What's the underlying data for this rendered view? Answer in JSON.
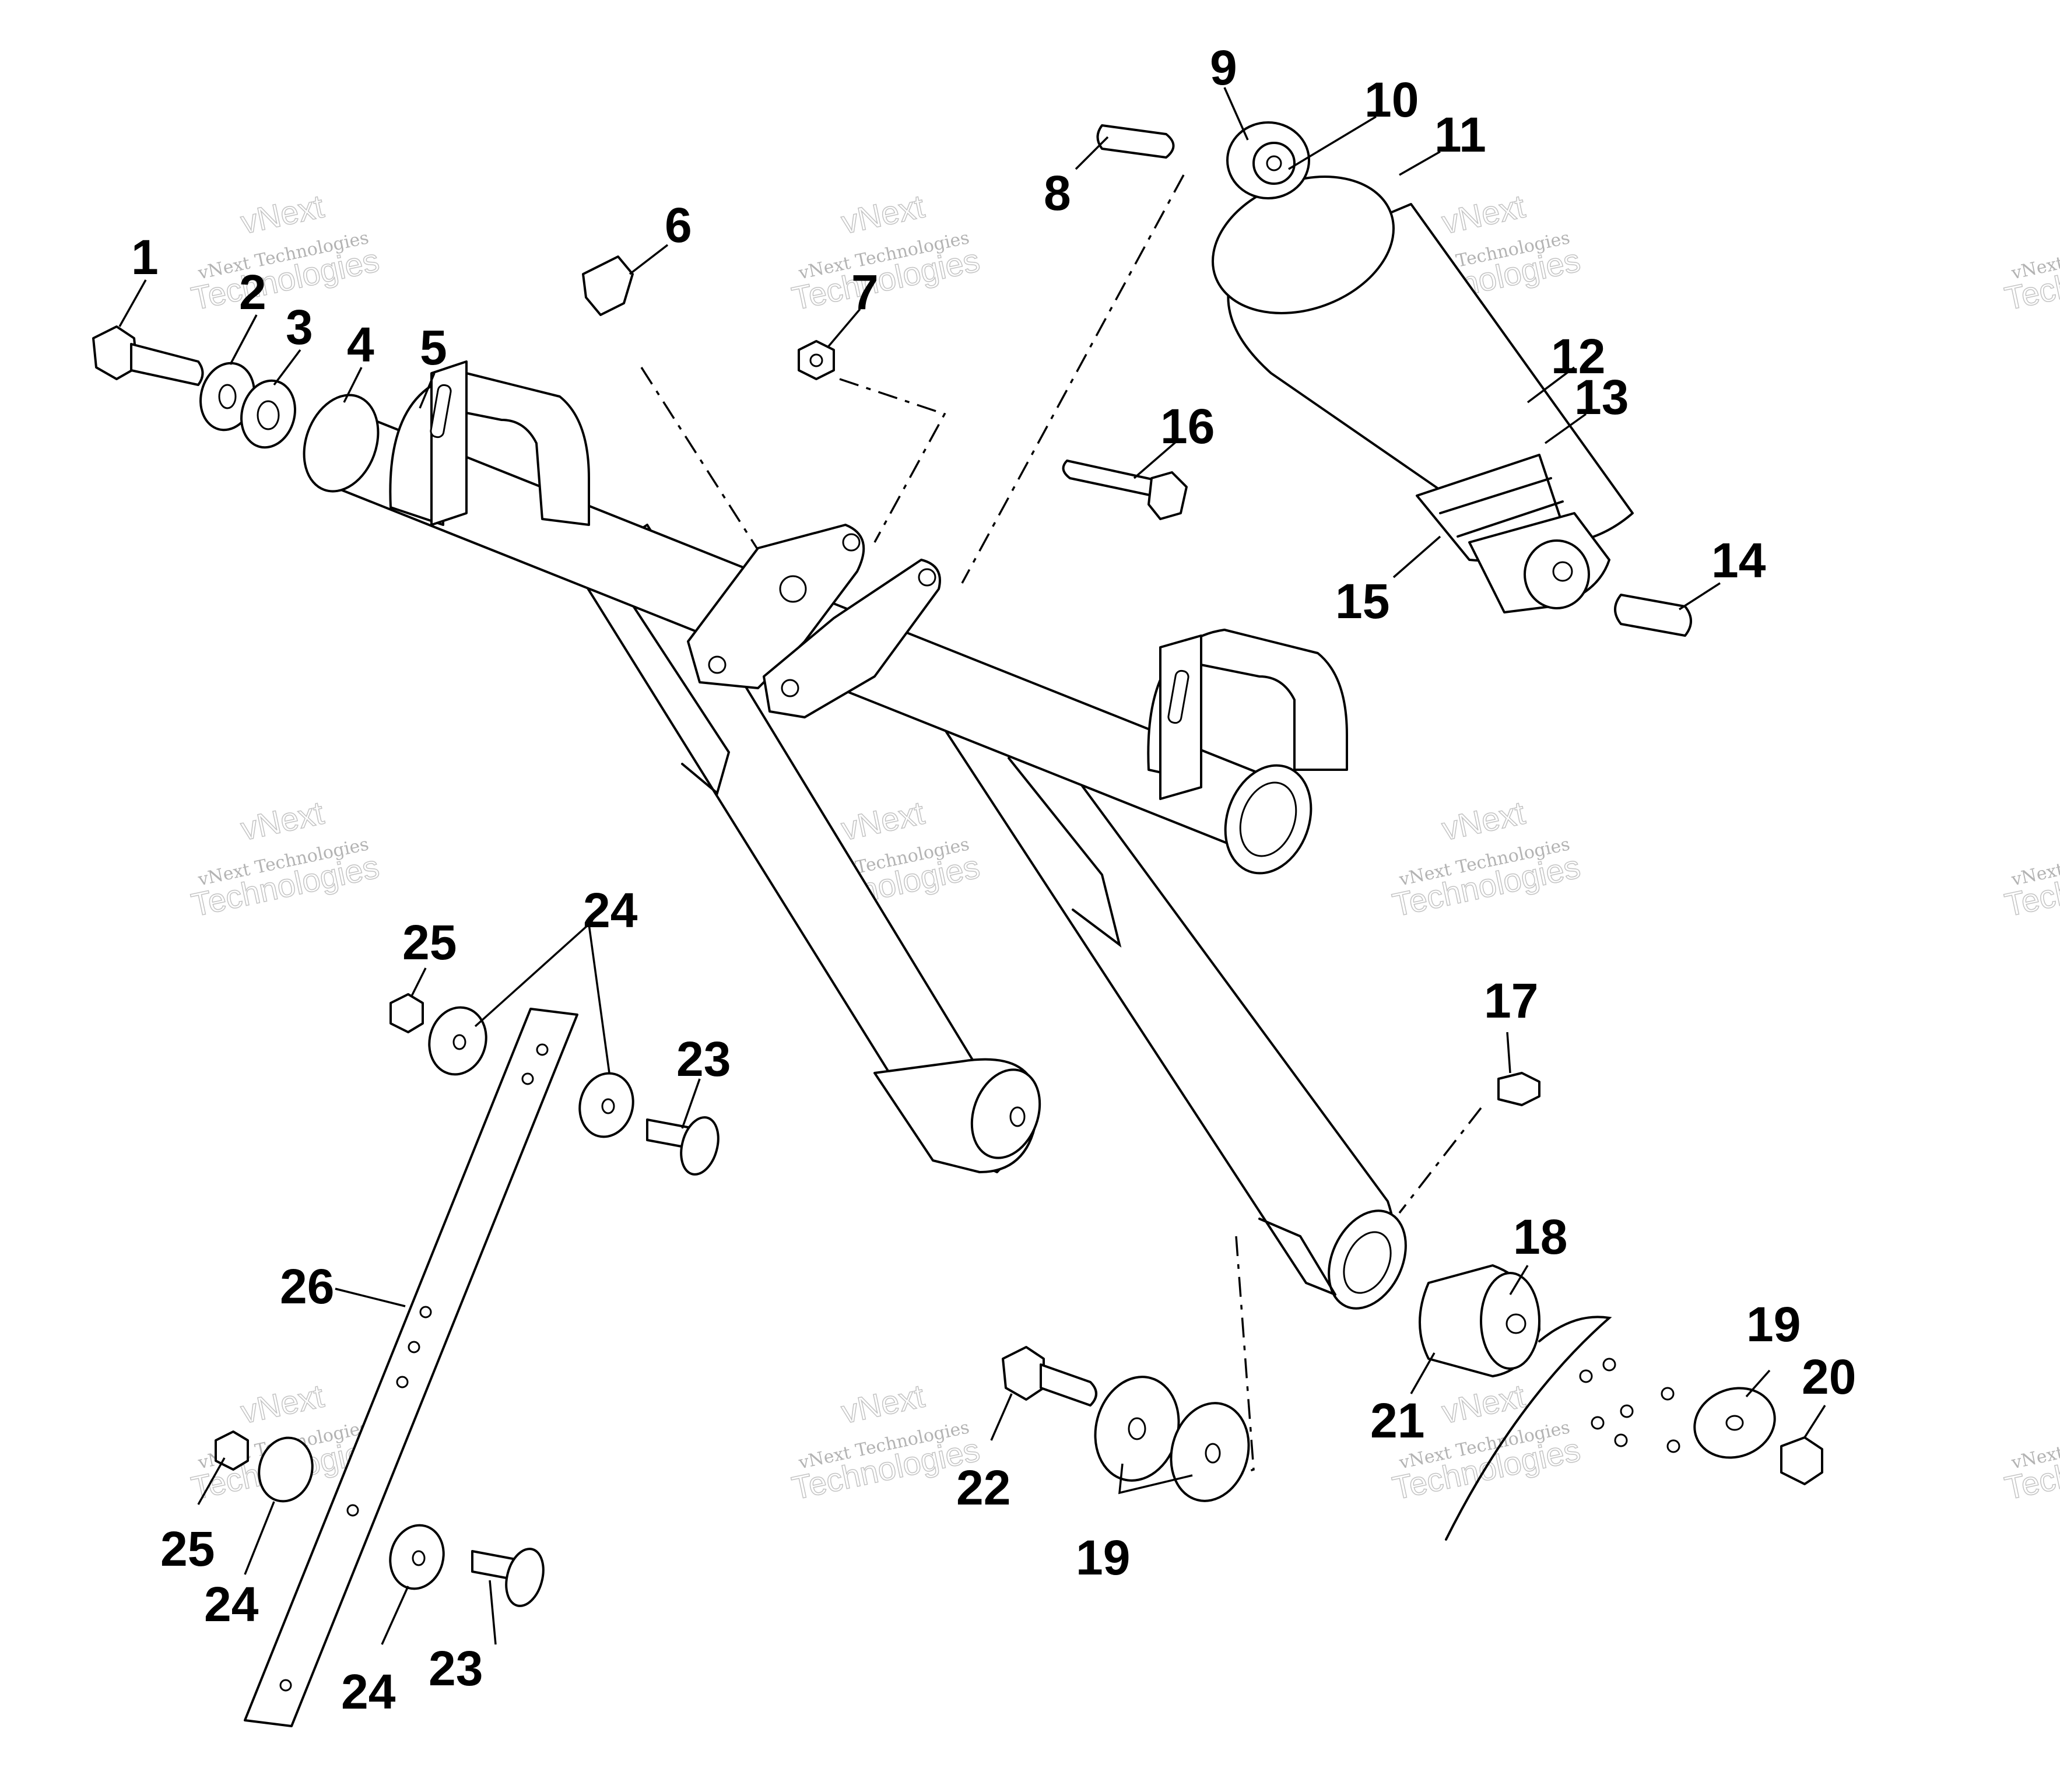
{
  "watermark": {
    "line1": "vNext",
    "line2": "vNext Technologies",
    "line3": "Technologies"
  },
  "callouts": [
    {
      "id": "c1",
      "text": "1"
    },
    {
      "id": "c2",
      "text": "2"
    },
    {
      "id": "c3",
      "text": "3"
    },
    {
      "id": "c4",
      "text": "4"
    },
    {
      "id": "c5",
      "text": "5"
    },
    {
      "id": "c6",
      "text": "6"
    },
    {
      "id": "c7",
      "text": "7"
    },
    {
      "id": "c8",
      "text": "8"
    },
    {
      "id": "c9",
      "text": "9"
    },
    {
      "id": "c10",
      "text": "10"
    },
    {
      "id": "c11",
      "text": "11"
    },
    {
      "id": "c12",
      "text": "12"
    },
    {
      "id": "c13",
      "text": "13"
    },
    {
      "id": "c14",
      "text": "14"
    },
    {
      "id": "c15",
      "text": "15"
    },
    {
      "id": "c16",
      "text": "16"
    },
    {
      "id": "c17",
      "text": "17"
    },
    {
      "id": "c18",
      "text": "18"
    },
    {
      "id": "c19a",
      "text": "19"
    },
    {
      "id": "c19b",
      "text": "19"
    },
    {
      "id": "c20",
      "text": "20"
    },
    {
      "id": "c21",
      "text": "21"
    },
    {
      "id": "c22",
      "text": "22"
    },
    {
      "id": "c23a",
      "text": "23"
    },
    {
      "id": "c23b",
      "text": "23"
    },
    {
      "id": "c24a",
      "text": "24"
    },
    {
      "id": "c24b",
      "text": "24"
    },
    {
      "id": "c24c",
      "text": "24"
    },
    {
      "id": "c25a",
      "text": "25"
    },
    {
      "id": "c25b",
      "text": "25"
    },
    {
      "id": "c26",
      "text": "26"
    }
  ]
}
